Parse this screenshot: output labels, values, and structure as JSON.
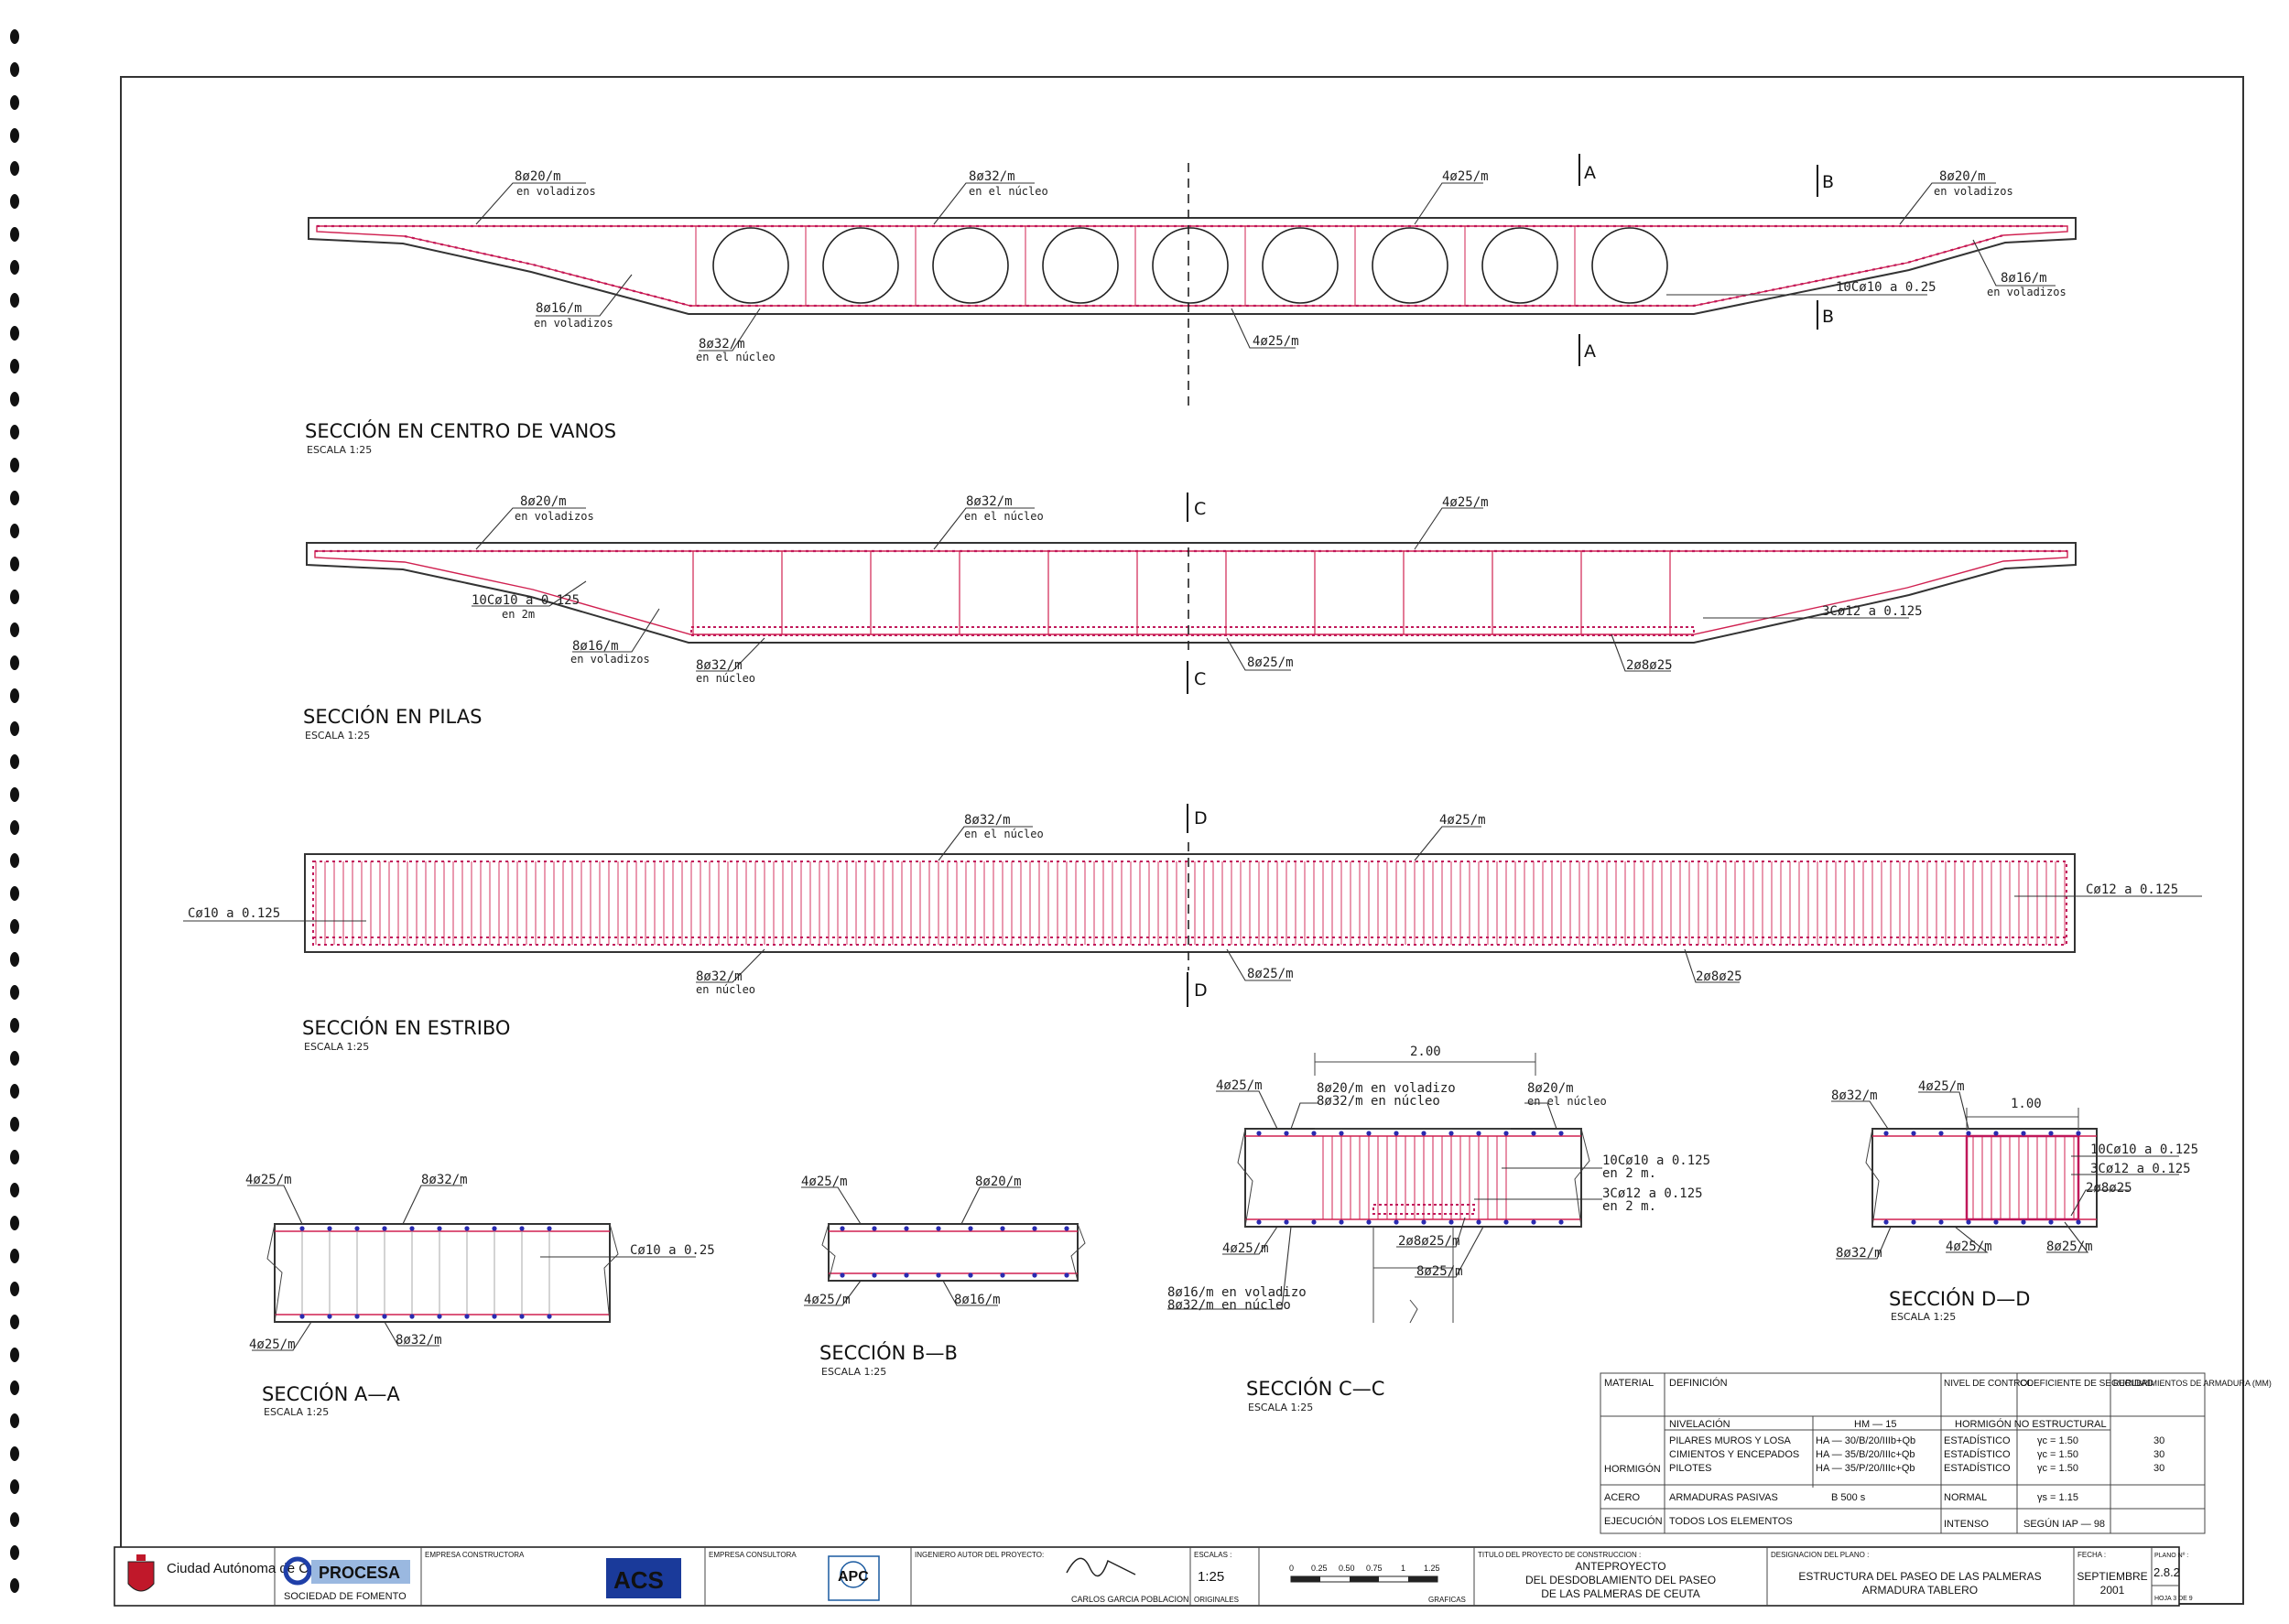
{
  "sections": {
    "centro": {
      "title": "SECCIÓN  EN  CENTRO  DE  VANOS",
      "scale": "ESCALA  1:25",
      "labels": {
        "l1": "8ø20/m",
        "l1b": "en  voladizos",
        "l2": "8ø32/m",
        "l2b": "en  el  núcleo",
        "l3": "4ø25/m",
        "l4": "8ø20/m",
        "l4b": "en  voladizos",
        "l5": "8ø16/m",
        "l5b": "en  voladizos",
        "l6": "8ø32/m",
        "l6b": "en  el  núcleo",
        "l7": "4ø25/m",
        "l8": "8ø16/m",
        "l8b": "en  voladizos",
        "l9": "10Cø10  a  0.25"
      },
      "cuts": [
        "A",
        "A",
        "B",
        "B"
      ]
    },
    "pilas": {
      "title": "SECCIÓN  EN  PILAS",
      "scale": "ESCALA  1:25",
      "labels": {
        "l1": "8ø20/m",
        "l1b": "en  voladizos",
        "l2": "8ø32/m",
        "l2b": "en  el  núcleo",
        "l3": "4ø25/m",
        "l4": "10Cø10  a  0.125",
        "l4b": "en  2m",
        "l5": "8ø16/m",
        "l5b": "en  voladizos",
        "l6": "8ø32/m",
        "l6b": "en  núcleo",
        "l7": "8ø25/m",
        "l8": "2ø8ø25",
        "l9": "3Cø12  a  0.125"
      },
      "cuts": [
        "C",
        "C"
      ]
    },
    "estribo": {
      "title": "SECCIÓN  EN  ESTRIBO",
      "scale": "ESCALA  1:25",
      "labels": {
        "l1": "8ø32/m",
        "l1b": "en  el  núcleo",
        "l2": "4ø25/m",
        "l3": "Cø10  a  0.125",
        "l4": "Cø12  a  0.125",
        "l5": "8ø32/m",
        "l5b": "en  núcleo",
        "l6": "8ø25/m",
        "l7": "2ø8ø25"
      },
      "cuts": [
        "D",
        "D"
      ]
    },
    "aa": {
      "title": "SECCIÓN  A—A",
      "scale": "ESCALA  1:25",
      "labels": {
        "l1": "4ø25/m",
        "l2": "8ø32/m",
        "l3": "Cø10  a  0.25",
        "l4": "4ø25/m",
        "l5": "8ø32/m"
      }
    },
    "bb": {
      "title": "SECCIÓN  B—B",
      "scale": "ESCALA  1:25",
      "labels": {
        "l1": "4ø25/m",
        "l2": "8ø20/m",
        "l3": "4ø25/m",
        "l4": "8ø16/m"
      }
    },
    "cc": {
      "title": "SECCIÓN  C—C",
      "scale": "ESCALA  1:25",
      "labels": {
        "dim": "2.00",
        "l1": "4ø25/m",
        "l2": "8ø20/m  en  voladizo",
        "l2b": "8ø32/m  en  núcleo",
        "l3": "8ø20/m",
        "l3b": "en  el  núcleo",
        "l4": "10Cø10  a  0.125",
        "l4b": "en  2  m.",
        "l5": "3Cø12  a  0.125",
        "l5b": "en  2  m.",
        "l6": "4ø25/m",
        "l7": "2ø8ø25/m",
        "l8": "8ø25/m",
        "l9": "8ø16/m  en  voladizo",
        "l9b": "8ø32/m  en  núcleo"
      }
    },
    "dd": {
      "title": "SECCIÓN  D—D",
      "scale": "ESCALA  1:25",
      "labels": {
        "dim": "1.00",
        "l1": "8ø32/m",
        "l2": "4ø25/m",
        "l3": "10Cø10  a  0.125",
        "l4": "3Cø12  a  0.125",
        "l5": "2ø8ø25",
        "l6": "8ø32/m",
        "l7": "4ø25/m",
        "l8": "8ø25/m"
      }
    }
  },
  "materials": {
    "headers": [
      "MATERIAL",
      "DEFINICIÓN",
      "NIVEL DE CONTROL",
      "COEFICIENTE DE SEGURIDAD",
      "RECUBRIMIENTOS DE ARMADURA (MM)"
    ],
    "nivelacion": {
      "def": "NIVELACIÓN",
      "spec": "HM — 15",
      "note": "HORMIGÓN  NO  ESTRUCTURAL"
    },
    "hormigon_label": "HORMIGÓN",
    "hormigon_rows": [
      {
        "def": "PILARES  MUROS  Y  LOSA",
        "spec": "HA — 30/B/20/IIIb+Qb",
        "control": "ESTADÍSTICO",
        "coef": "γc =  1.50",
        "rec": "30"
      },
      {
        "def": "CIMIENTOS  Y  ENCEPADOS",
        "spec": "HA — 35/B/20/IIIc+Qb",
        "control": "ESTADÍSTICO",
        "coef": "γc =  1.50",
        "rec": "30"
      },
      {
        "def": "PILOTES",
        "spec": "HA — 35/P/20/IIIc+Qb",
        "control": "ESTADÍSTICO",
        "coef": "γc =  1.50",
        "rec": "30"
      }
    ],
    "acero": {
      "mat": "ACERO",
      "def": "ARMADURAS  PASIVAS",
      "spec": "B 500 s",
      "control": "NORMAL",
      "coef": "γs =  1.15"
    },
    "ejecucion": {
      "mat": "EJECUCIÓN",
      "def": "TODOS  LOS  ELEMENTOS",
      "control": "INTENSO",
      "coef": "SEGÚN  IAP — 98"
    }
  },
  "title_block": {
    "client": "Ciudad Autónoma de Ceuta",
    "procesa": "PROCESA",
    "procesa_sub": "SOCIEDAD DE FOMENTO",
    "empresa_constructora": "EMPRESA CONSTRUCTORA",
    "acs": "ACS",
    "empresa_consultora": "EMPRESA CONSULTORA",
    "apc": "APC",
    "ingeniero_label": "INGENIERO AUTOR DEL PROYECTO:",
    "ingeniero": "CARLOS GARCIA POBLACION",
    "escalas_label": "ESCALAS :",
    "escala": "1:25",
    "originales": "ORIGINALES",
    "graficas": "GRAFICAS",
    "bar_ticks": [
      "0",
      "0.25",
      "0.50",
      "0.75",
      "1",
      "1.25"
    ],
    "titulo_label": "TITULO DEL PROYECTO DE CONSTRUCCION :",
    "titulo1": "ANTEPROYECTO",
    "titulo2": "DEL DESDOBLAMIENTO DEL PASEO",
    "titulo3": "DE LAS PALMERAS DE CEUTA",
    "designacion_label": "DESIGNACION DEL PLANO :",
    "designacion1": "ESTRUCTURA DEL PASEO DE LAS PALMERAS",
    "designacion2": "ARMADURA TABLERO",
    "fecha_label": "FECHA :",
    "fecha1": "SEPTIEMBRE",
    "fecha2": "2001",
    "plano_label": "PLANO Nº :",
    "plano": "2.8.2",
    "hoja": "HOJA 3  DE  9"
  }
}
